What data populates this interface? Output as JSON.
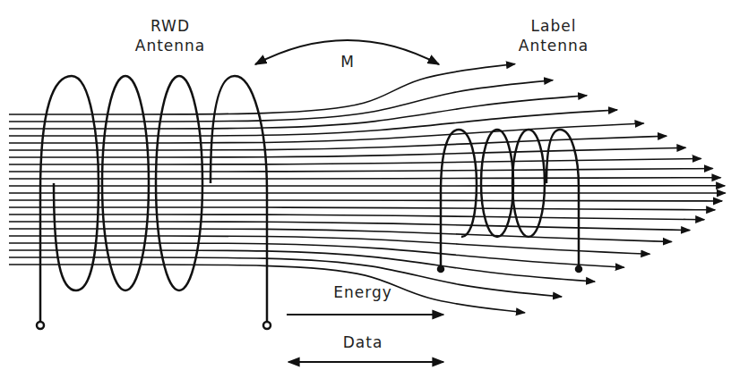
{
  "diagram": {
    "labels": [
      "RWD Antenna",
      "M",
      "Label Antenna",
      "Energy",
      "Data"
    ]
  }
}
